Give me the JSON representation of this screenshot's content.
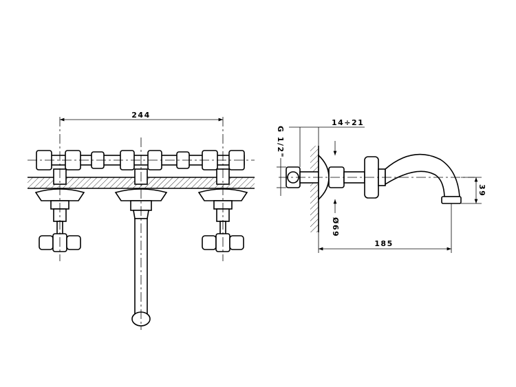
{
  "drawing": {
    "front_view": {
      "overall_width": "244"
    },
    "side_view": {
      "connection_thread": "G 1/2\"",
      "wall_adjustment": "14÷21",
      "rosette_diameter": "Ø69",
      "spout_projection": "185",
      "spout_height": "39"
    }
  }
}
